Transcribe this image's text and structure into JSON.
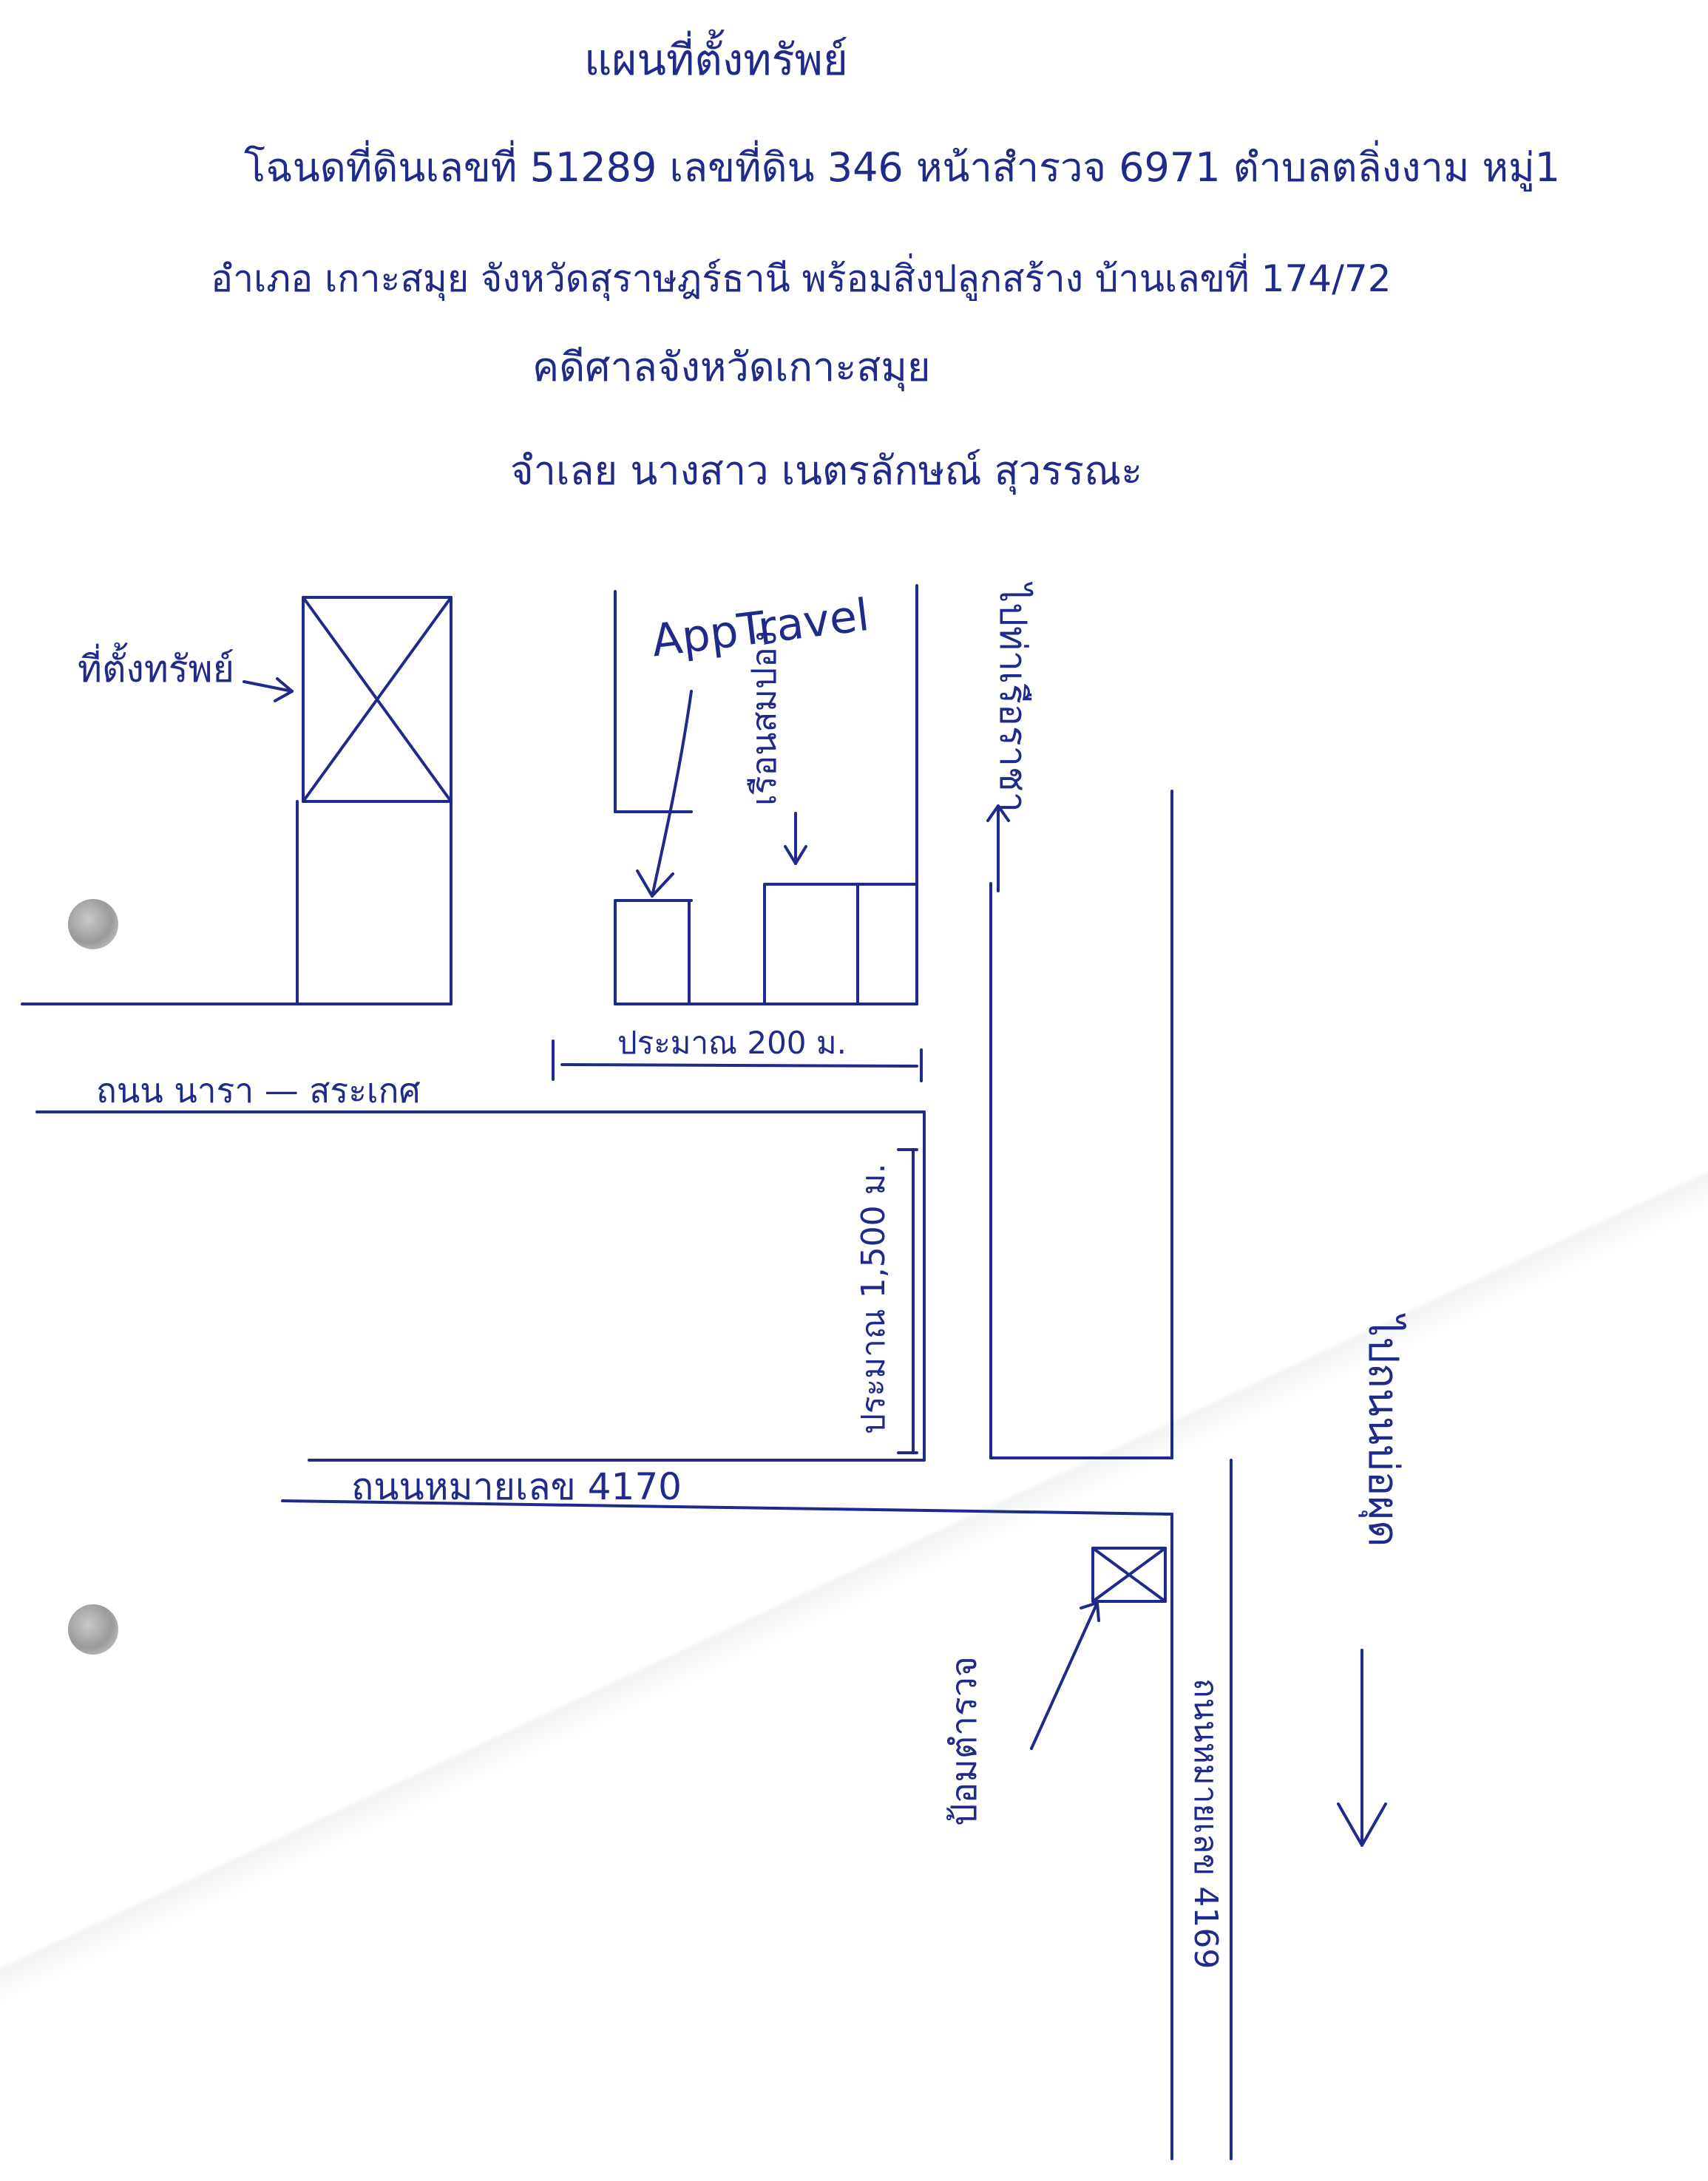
{
  "title": "แผนที่ตั้งทรัพย์",
  "header": {
    "line1": "โฉนดที่ดินเลขที่ 51289 เลขที่ดิน 346 หน้าสำรวจ 6971 ตำบลตลิ่งงาม หมู่1",
    "line2": "อำเภอ เกาะสมุย จังหวัดสุราษฎร์ธานี พร้อมสิ่งปลูกสร้าง บ้านเลขที่ 174/72",
    "line3": "คดีศาลจังหวัดเกาะสมุย",
    "line4": "จำเลย นางสาว เนตรลักษณ์ สุวรรณะ"
  },
  "map": {
    "property_label": "ที่ตั้งทรัพย์",
    "app_travel_label": "AppTravel",
    "house_label": "เรือนสมปอง",
    "to_nathon_label": "ไปท่าเรือราชา",
    "distance_200_label": "ประมาณ 200 ม.",
    "road_nara_label": "ถนน นารา — สระเกศ",
    "distance_1500_label": "ประมาณ 1,500 ม.",
    "road_4170_label": "ถนนหมายเลข 4170",
    "police_box_label": "ป้อมตำรวจ",
    "road_4169_label": "ถนนหมายเลข 4169",
    "to_lamai_label": "ไปถนนบ่อผุด"
  },
  "colors": {
    "ink": "#1f2a8a",
    "paper": "#ffffff",
    "hole": "#a0a0a0"
  }
}
